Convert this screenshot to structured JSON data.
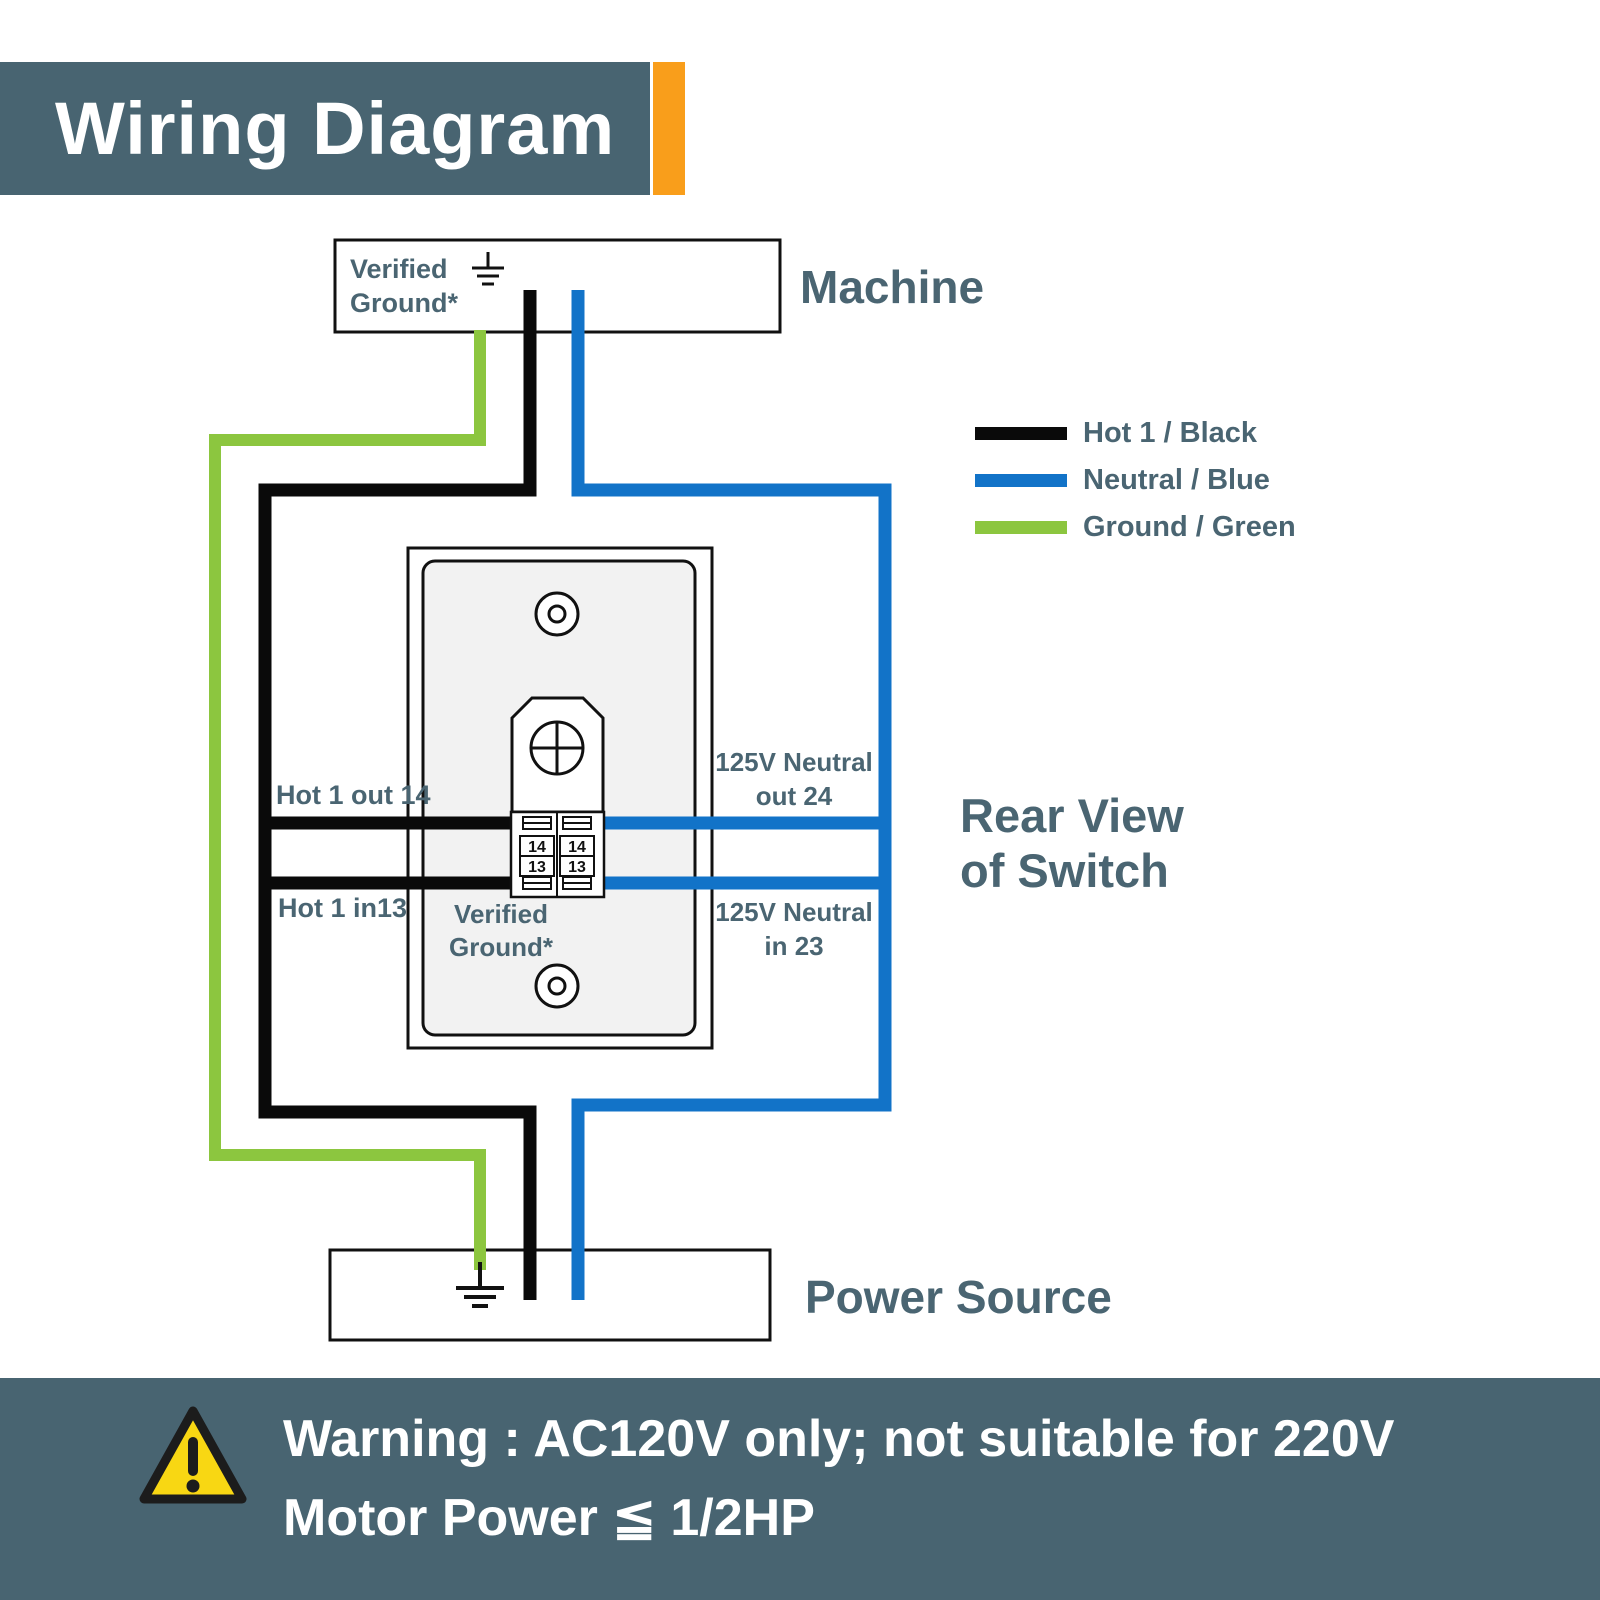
{
  "colors": {
    "banner_bg": "#486471",
    "accent_orange": "#f99e1b",
    "label_text": "#4a6572",
    "wire_hot_black": "#0a0a0a",
    "wire_neutral_blue": "#1273c8",
    "wire_ground_green": "#8cc63f",
    "warning_triangle_yellow": "#f8d713",
    "switch_plate_gray": "#f2f2f2"
  },
  "header": {
    "title": "Wiring Diagram"
  },
  "machine": {
    "label": "Machine",
    "ground_lines": [
      "Verified",
      "Ground*"
    ]
  },
  "legend": {
    "items": [
      {
        "label": "Hot 1 / Black",
        "color": "#0a0a0a"
      },
      {
        "label": "Neutral / Blue",
        "color": "#1273c8"
      },
      {
        "label": "Ground / Green",
        "color": "#8cc63f"
      }
    ]
  },
  "switch": {
    "view_lines": [
      "Rear View",
      "of Switch"
    ],
    "hot_out_label": "Hot 1 out 14",
    "hot_in_label": "Hot 1 in13",
    "neutral_out_lines": [
      "125V Neutral",
      "out 24"
    ],
    "neutral_in_lines": [
      "125V Neutral",
      "in 23"
    ],
    "ground_lines": [
      "Verified",
      "Ground*"
    ],
    "terminals": {
      "left_top": "14",
      "left_bottom": "13",
      "right_top": "14",
      "right_bottom": "13"
    }
  },
  "power_source": {
    "label": "Power Source"
  },
  "warning": {
    "line1": "Warning : AC120V only; not suitable for 220V",
    "line2": "Motor Power ≦ 1/2HP"
  }
}
